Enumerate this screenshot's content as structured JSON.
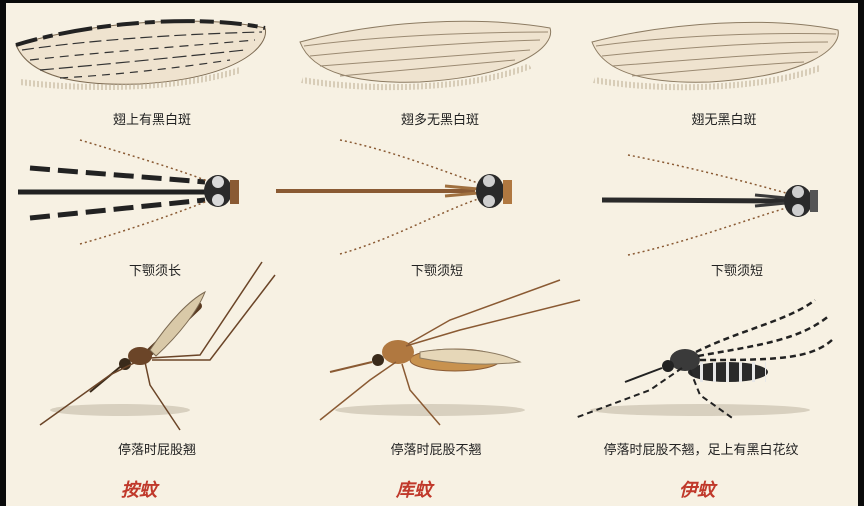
{
  "columns": [
    {
      "wing_caption": "翅上有黑白斑",
      "palp_caption": "下颚须长",
      "posture_caption": "停落时屁股翘",
      "genus": "按蚊"
    },
    {
      "wing_caption": "翅多无黑白斑",
      "palp_caption": "下颚须短",
      "posture_caption": "停落时屁股不翘",
      "genus": "库蚊"
    },
    {
      "wing_caption": "翅无黑白斑",
      "palp_caption": "下颚须短",
      "posture_caption": "停落时屁股不翘，足上有黑白花纹",
      "genus": "伊蚊"
    }
  ],
  "colors": {
    "background": "#f7f1e3",
    "frame": "#0a0a0a",
    "genus_label": "#c0392b",
    "wing_fill": "#efe3cf",
    "vein": "#9b8a72",
    "body_brown": "#8a5a33",
    "body_black": "#2a2a2a"
  },
  "icons": [
    "anopheles-wing-icon",
    "culex-wing-icon",
    "aedes-wing-icon",
    "anopheles-head-icon",
    "culex-head-icon",
    "aedes-head-icon",
    "anopheles-body-icon",
    "culex-body-icon",
    "aedes-body-icon"
  ]
}
